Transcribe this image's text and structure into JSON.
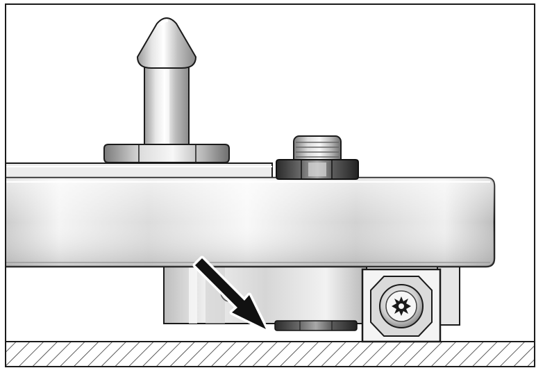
{
  "illustration": {
    "subject": "mounting-assembly-cross-section",
    "parts": [
      {
        "id": "locating-pin",
        "kind": "pin",
        "icon": "pin-icon"
      },
      {
        "id": "pin-hex-nut",
        "kind": "hex-nut",
        "icon": "hex-nut-icon"
      },
      {
        "id": "bolt-stud",
        "kind": "threaded-stud",
        "icon": "bolt-icon"
      },
      {
        "id": "bolt-hex-nut",
        "kind": "hex-nut",
        "icon": "hex-nut-icon"
      },
      {
        "id": "upper-plate",
        "kind": "plate"
      },
      {
        "id": "main-beam",
        "kind": "beam"
      },
      {
        "id": "lower-bracket",
        "kind": "bracket"
      },
      {
        "id": "torx-socket-block",
        "kind": "socket-screw",
        "icon": "torx-icon"
      },
      {
        "id": "ground-surface",
        "kind": "hatched-floor"
      }
    ],
    "callout": {
      "icon": "arrow-icon",
      "direction": "down-right",
      "points_to": "gap-under-bracket"
    },
    "colors": {
      "outline": "#1a1a1a",
      "metal_light": "#f2f2f2",
      "metal_mid": "#c9c9c9",
      "metal_dark": "#8a8a8a",
      "arrow_fill": "#111111",
      "arrow_outline": "#ffffff",
      "background": "#ffffff"
    }
  }
}
